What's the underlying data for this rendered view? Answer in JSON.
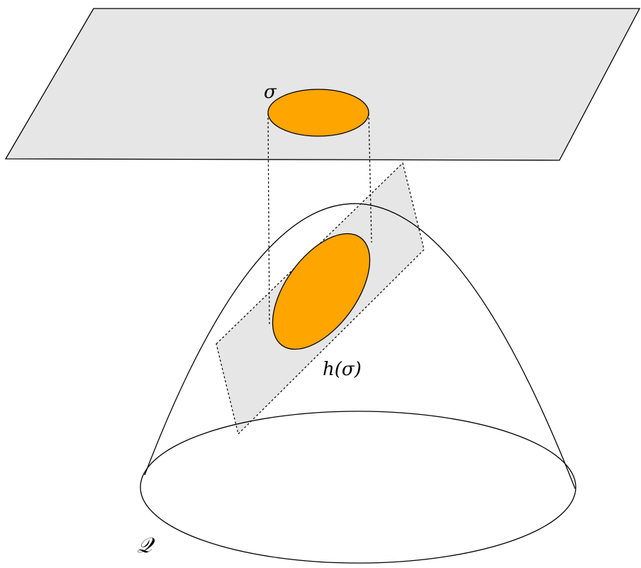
{
  "labels": {
    "region": "σ",
    "image": "h(σ)",
    "surface": "𝒬"
  },
  "colors": {
    "plane_fill": "#e6e6e6",
    "region_fill": "#ffa500",
    "stroke": "#000000"
  }
}
